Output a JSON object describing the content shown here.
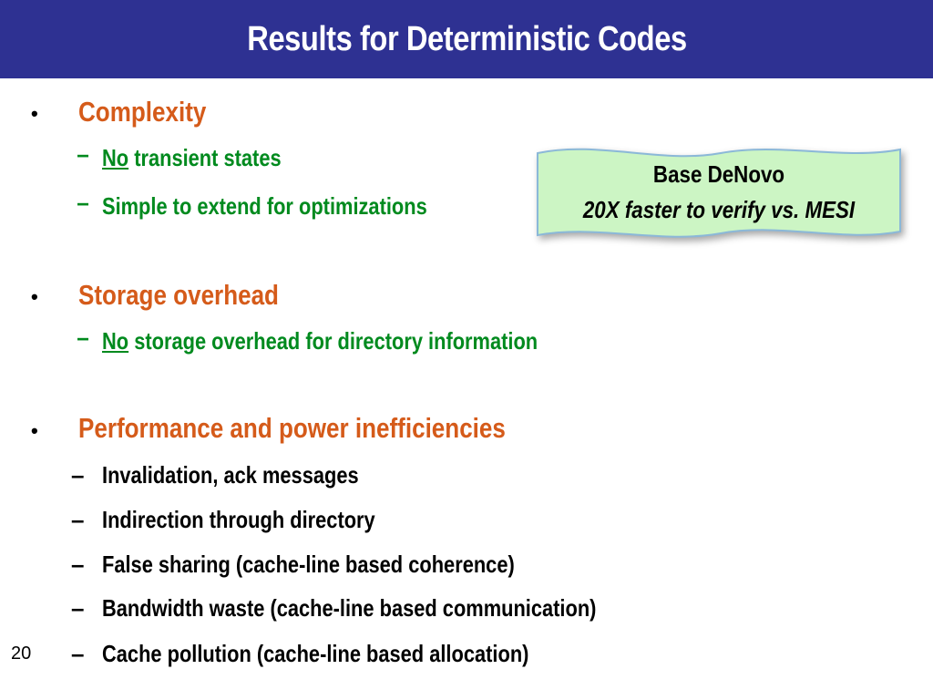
{
  "title": "Results for Deterministic Codes",
  "page_number": "20",
  "colors": {
    "title_bar": "#2e3192",
    "heading": "#d55b1a",
    "green_text": "#008a1e",
    "callout_fill": "#ccf5c4",
    "callout_border": "#8bb8d8"
  },
  "sections": {
    "complexity": {
      "heading": "Complexity",
      "items": [
        {
          "lead": "No",
          "rest": " transient states"
        },
        {
          "text": "Simple to extend for optimizations"
        }
      ]
    },
    "storage": {
      "heading": "Storage overhead",
      "items": [
        {
          "lead": "No",
          "rest": " storage overhead for directory information"
        }
      ]
    },
    "performance": {
      "heading": "Performance and power inefficiencies",
      "items": [
        "Invalidation, ack messages",
        "Indirection through directory",
        "False sharing (cache-line based coherence)",
        "Bandwidth waste (cache-line based communication)",
        "Cache pollution (cache-line based allocation)"
      ]
    }
  },
  "callout": {
    "line1": "Base DeNovo",
    "line2": "20X faster to verify vs. MESI"
  },
  "symbols": {
    "bullet": "•",
    "dash_green": "−",
    "dash_black": "–"
  }
}
